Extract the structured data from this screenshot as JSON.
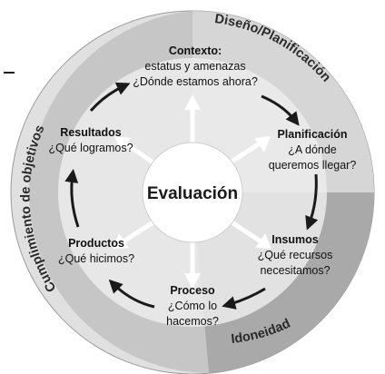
{
  "center": {
    "label": "Evaluación"
  },
  "sectors": {
    "design": "Diseño/Planificación",
    "relevance": "Idoneidad",
    "objectives": "Cumplimiento de objetivos"
  },
  "nodes": {
    "context": {
      "title": "Contexto:",
      "line1": "estatus y amenazas",
      "line2": "¿Dónde estamos ahora?"
    },
    "planning": {
      "title": "Planificación",
      "line1": "¿A dónde",
      "line2": "queremos llegar?"
    },
    "inputs": {
      "title": "Insumos",
      "line1": "¿Qué recursos",
      "line2": "necesitamos?"
    },
    "process": {
      "title": "Proceso",
      "line1": "¿Cómo lo",
      "line2": "hacemos?"
    },
    "outputs": {
      "title": "Productos",
      "line1": "¿Qué hicimos?"
    },
    "outcomes": {
      "title": "Resultados",
      "line1": "¿Qué logramos?"
    }
  },
  "colors": {
    "outer_light": "#e0e0e0",
    "sector_design": "#d2d2d2",
    "sector_relevance": "#a8a8a8",
    "sector_objectives": "#c4c4c4",
    "inner_ring": "#ebebeb",
    "center_fill": "#ffffff",
    "arrow": "#1a1a1a",
    "spoke": "#ffffff"
  },
  "icons": {
    "cycle_arrow": "curved-arrow-icon",
    "spoke_arrow": "outward-arrow-icon"
  }
}
